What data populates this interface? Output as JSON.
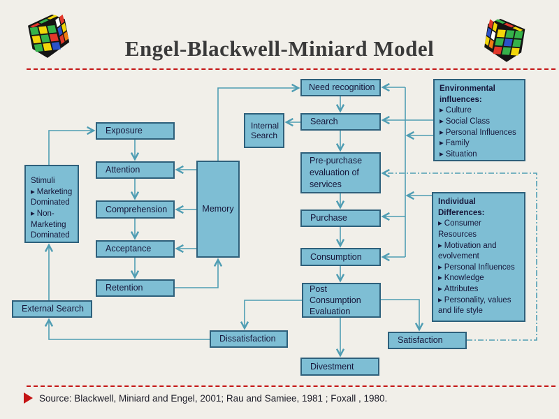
{
  "header": {
    "title": "Engel-Blackwell-Miniard Model"
  },
  "icons": {
    "bullet": "▸",
    "cube": "rubiks-cube",
    "source_marker": "red-triangle"
  },
  "nodes": {
    "exposure": {
      "label": "Exposure"
    },
    "attention": {
      "label": "Attention"
    },
    "comprehension": {
      "label": "Comprehension"
    },
    "acceptance": {
      "label": "Acceptance"
    },
    "retention": {
      "label": "Retention"
    },
    "memory": {
      "label": "Memory"
    },
    "internal_search": {
      "label": "Internal Search"
    },
    "need_recognition": {
      "label": "Need recognition"
    },
    "search": {
      "label": "Search"
    },
    "pre_purchase": {
      "label": "Pre-purchase evaluation of services"
    },
    "purchase": {
      "label": "Purchase"
    },
    "consumption": {
      "label": "Consumption"
    },
    "post_consumption": {
      "label": "Post Consumption Evaluation"
    },
    "divestment": {
      "label": "Divestment"
    },
    "external_search": {
      "label": "External Search"
    },
    "dissatisfaction": {
      "label": "Dissatisfaction"
    },
    "satisfaction": {
      "label": "Satisfaction"
    },
    "stimuli": {
      "title": "Stimuli",
      "items": [
        "Marketing Dominated",
        "Non-Marketing Dominated"
      ]
    },
    "environmental": {
      "title": "Environmental influences:",
      "items": [
        "Culture",
        "Social Class",
        "Personal Influences",
        "Family",
        "Situation"
      ]
    },
    "individual": {
      "title": "Individual Differences:",
      "items": [
        "Consumer Resources",
        "Motivation and evolvement",
        "Personal Influences",
        "Knowledge",
        "Attributes",
        "Personality, values and life style"
      ]
    }
  },
  "edges": [
    {
      "from": "stimuli",
      "to": "exposure"
    },
    {
      "from": "external_search",
      "to": "stimuli"
    },
    {
      "from": "dissatisfaction",
      "to": "external_search"
    },
    {
      "from": "exposure",
      "to": "attention"
    },
    {
      "from": "attention",
      "to": "comprehension"
    },
    {
      "from": "comprehension",
      "to": "acceptance"
    },
    {
      "from": "acceptance",
      "to": "retention"
    },
    {
      "from": "retention",
      "to": "memory"
    },
    {
      "from": "memory",
      "to": "attention"
    },
    {
      "from": "memory",
      "to": "comprehension"
    },
    {
      "from": "memory",
      "to": "acceptance"
    },
    {
      "from": "memory",
      "to": "need_recognition"
    },
    {
      "from": "need_recognition",
      "to": "search"
    },
    {
      "from": "search",
      "to": "internal_search"
    },
    {
      "from": "search",
      "to": "pre_purchase"
    },
    {
      "from": "pre_purchase",
      "to": "purchase"
    },
    {
      "from": "purchase",
      "to": "consumption"
    },
    {
      "from": "consumption",
      "to": "post_consumption"
    },
    {
      "from": "post_consumption",
      "to": "divestment"
    },
    {
      "from": "post_consumption",
      "to": "dissatisfaction"
    },
    {
      "from": "post_consumption",
      "to": "satisfaction"
    },
    {
      "from": "environmental",
      "to": "search"
    },
    {
      "from": "environmental",
      "to": "need_recognition"
    },
    {
      "from": "environmental",
      "to": "purchase"
    },
    {
      "from": "environmental",
      "to": "consumption"
    },
    {
      "from": "individual",
      "to": "purchase"
    },
    {
      "from": "individual",
      "to": "consumption"
    },
    {
      "from": "satisfaction",
      "to": "pre_purchase",
      "style": "dash-dot"
    }
  ],
  "footer": {
    "source": "Source: Blackwell, Miniard and Engel, 2001; Rau and Samiee, 1981 ; Foxall , 1980."
  },
  "colors": {
    "background": "#F1EFE9",
    "box_fill": "#7EBED4",
    "box_border": "#2E607B",
    "connector": "#4F9DB3",
    "accent_red": "#C41414",
    "title_text": "#3A3A3A",
    "node_text": "#16163A"
  }
}
